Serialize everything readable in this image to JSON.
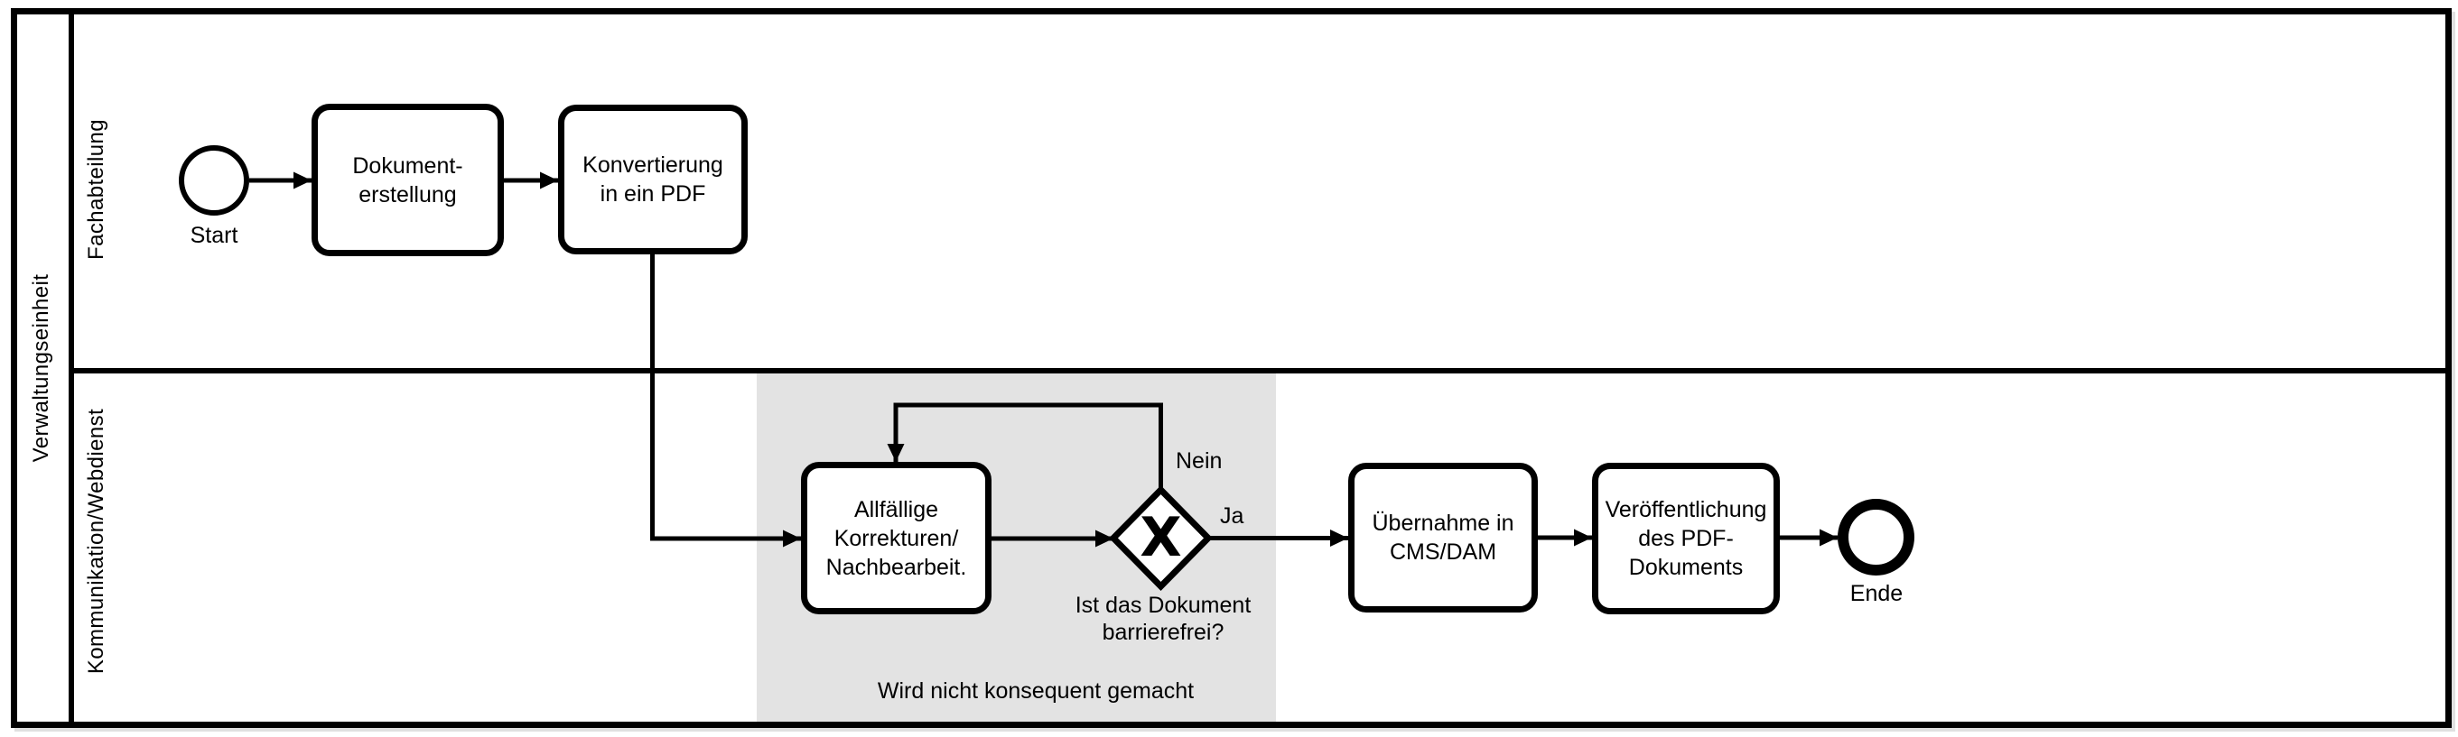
{
  "pool": {
    "label": "Verwaltungseinheit"
  },
  "lanes": {
    "fachabteilung": {
      "label": "Fachabteilung"
    },
    "kommunikation": {
      "label": "Kommunikation/Webdienst"
    }
  },
  "events": {
    "start": {
      "label": "Start"
    },
    "end": {
      "label": "Ende"
    }
  },
  "tasks": {
    "dokumenterstellung": {
      "label": "Dokument-\nerstellung"
    },
    "konvertierung": {
      "label": "Konvertierung\nin ein PDF"
    },
    "korrekturen": {
      "label": "Allfällige\nKorrekturen/\nNachbearbeit."
    },
    "uebernahme": {
      "label": "Übernahme in\nCMS/DAM"
    },
    "veroeffentlichung": {
      "label": "Veröffentlichung\ndes PDF-\nDokuments"
    }
  },
  "gateway": {
    "symbol": "X",
    "question": "Ist das Dokument\nbarrierefrei?",
    "yes": "Ja",
    "no": "Nein"
  },
  "highlight": {
    "caption": "Wird nicht konsequent gemacht",
    "fill": "#e3e3e3"
  },
  "colors": {
    "stroke": "#000000",
    "background": "#ffffff"
  }
}
